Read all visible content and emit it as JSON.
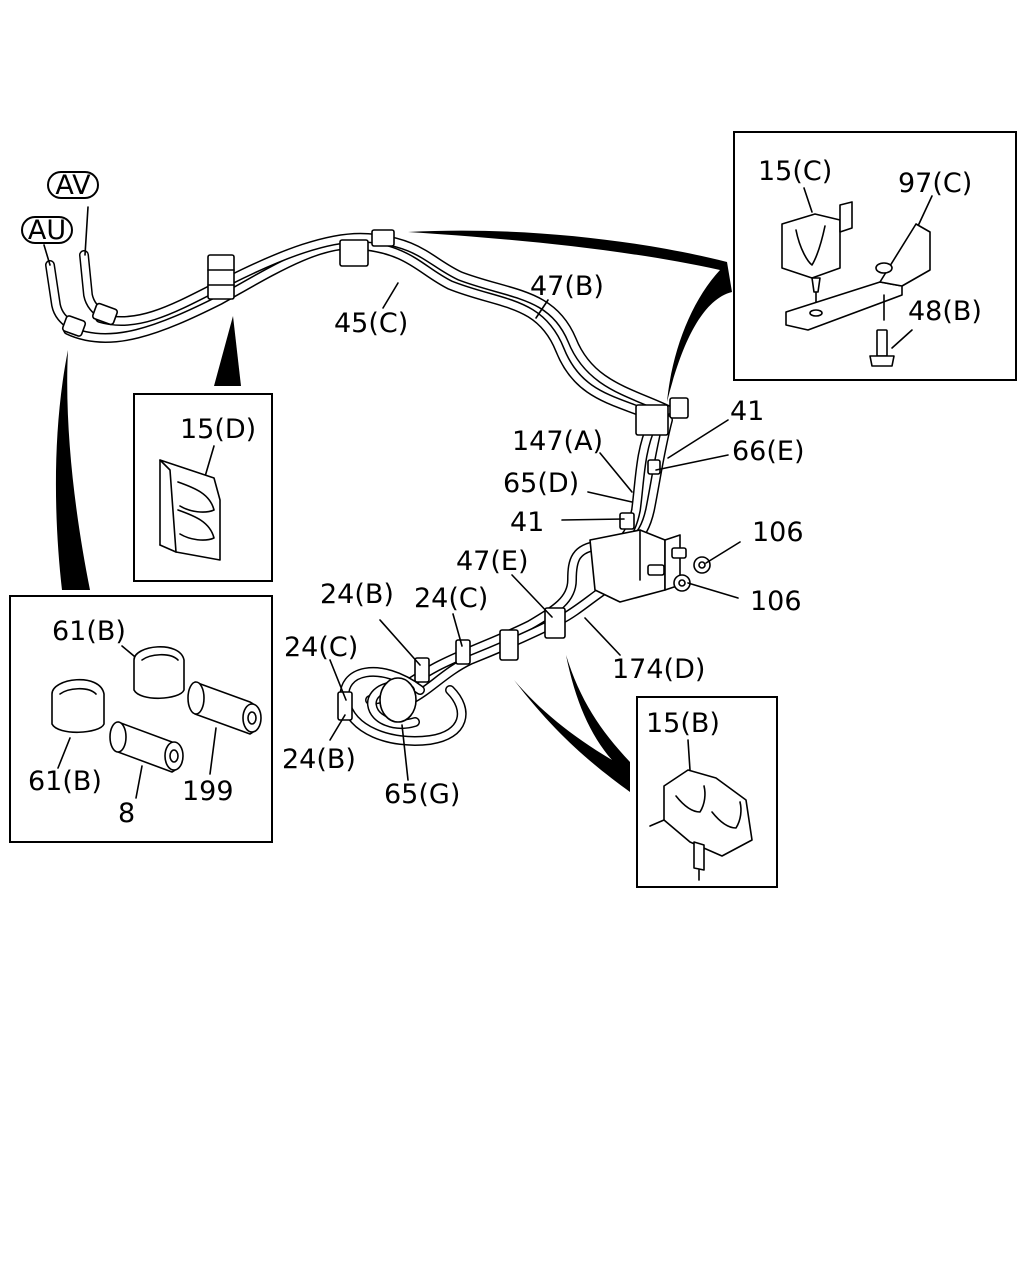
{
  "callouts": {
    "av": "AV",
    "au": "AU",
    "p45c": "45(C)",
    "p47b": "47(B)",
    "p15c": "15(C)",
    "p97c": "97(C)",
    "p48b": "48(B)",
    "p15d": "15(D)",
    "p41_top": "41",
    "p147a": "147(A)",
    "p66e": "66(E)",
    "p65d": "65(D)",
    "p41_mid": "41",
    "p106_a": "106",
    "p106_b": "106",
    "p47e": "47(E)",
    "p24b_top": "24(B)",
    "p24c_top": "24(C)",
    "p24c_left": "24(C)",
    "p24b_bottom": "24(B)",
    "p174d": "174(D)",
    "p65g": "65(G)",
    "p15b": "15(B)",
    "p61b_top": "61(B)",
    "p61b_bottom": "61(B)",
    "p8": "8",
    "p199": "199"
  }
}
